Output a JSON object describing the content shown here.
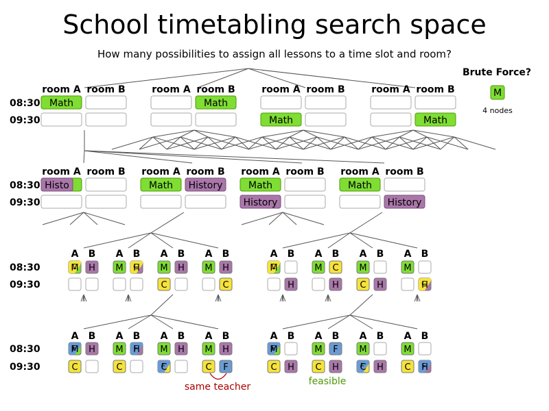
{
  "title": "School timetabling search space",
  "subtitle": "How many possibilities to assign all lessons to a time slot and room?",
  "sidebar": {
    "heading": "Brute Force?",
    "node_label": "M",
    "count_label": "4 nodes"
  },
  "labels": {
    "time_0830": "08:30",
    "time_0930": "09:30",
    "room_a": "room A",
    "room_b": "room B",
    "col_a": "A",
    "col_b": "B",
    "math": "Math",
    "history": "History"
  },
  "annotations": {
    "same_teacher": "same teacher",
    "feasible": "feasible"
  },
  "colors": {
    "math": "#7fdd33",
    "history": "#aa77aa",
    "chem": "#f5e33c",
    "french": "#6b9bd2",
    "slot_border": "#aaaaaa",
    "line": "#555555",
    "same_teacher": "#aa0000",
    "feasible": "#4e9a06"
  },
  "tiles": {
    "M": "Math",
    "H": "History",
    "C": "Chemistry",
    "F": "French"
  },
  "levels": {
    "level1": [
      {
        "0830A": "Math"
      },
      {
        "0830B": "Math"
      },
      {
        "0930A": "Math"
      },
      {
        "0930B": "Math"
      }
    ],
    "level2": [
      {
        "0830A": "History+Math",
        "0830B": "",
        "0930A": "",
        "0930B": ""
      },
      {
        "0830A": "Math",
        "0830B": "History",
        "0930A": "",
        "0930B": ""
      },
      {
        "0830A": "Math",
        "0830B": "",
        "0930A": "History",
        "0930B": ""
      },
      {
        "0830A": "Math",
        "0830B": "",
        "0930A": "",
        "0930B": "History"
      }
    ],
    "level3": [
      [
        "C/M",
        "H",
        "",
        ""
      ],
      [
        "M",
        "C/H",
        "",
        ""
      ],
      [
        "M",
        "H",
        "C",
        ""
      ],
      [
        "M",
        "H",
        "",
        "C"
      ],
      [
        "C/M",
        "",
        "",
        "H"
      ],
      [
        "M",
        "C",
        "",
        "H"
      ],
      [
        "M",
        "",
        "C",
        "H"
      ],
      [
        "M",
        "",
        "",
        "C/H"
      ]
    ],
    "level4": [
      [
        "F/M",
        "H",
        "C",
        ""
      ],
      [
        "M",
        "F/H",
        "C",
        ""
      ],
      [
        "M",
        "H",
        "F/C",
        ""
      ],
      [
        "M",
        "H",
        "C",
        "F"
      ],
      [
        "F/M",
        "",
        "C",
        "H"
      ],
      [
        "M",
        "F",
        "C",
        "H"
      ],
      [
        "M",
        "",
        "F/C",
        "H"
      ],
      [
        "M",
        "",
        "C",
        "F/H"
      ]
    ]
  }
}
